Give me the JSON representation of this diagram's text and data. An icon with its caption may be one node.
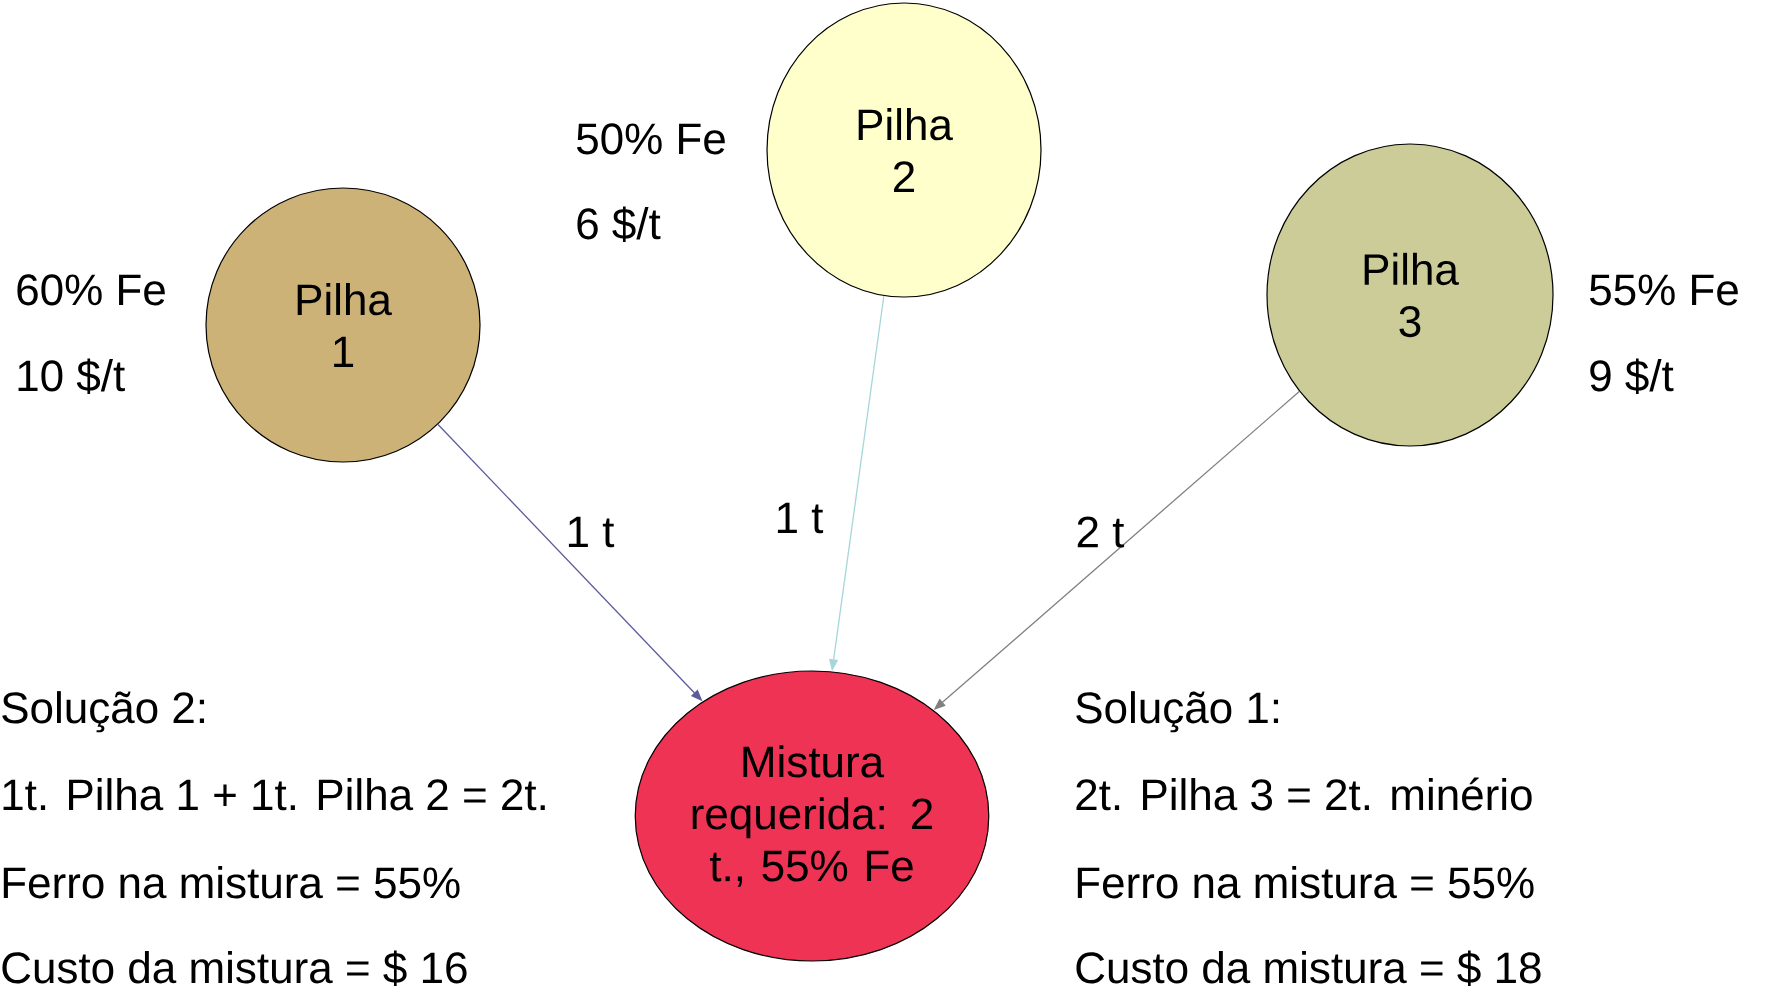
{
  "diagram": {
    "nodes": [
      {
        "text": [
          "Pilha 1"
        ],
        "beside": [
          "60% Fe",
          "10 $/t"
        ]
      },
      {
        "text": [
          "Pilha 2"
        ],
        "beside": [
          "50% Fe",
          "6 $/t"
        ]
      },
      {
        "text": [
          "Pilha 3"
        ],
        "beside": [
          "55% Fe",
          "9 $/t"
        ]
      },
      {
        "text": [
          "Mistura requerida: 2 t., 55% Fe"
        ]
      }
    ],
    "edges": [
      {
        "from": 0,
        "to": 3,
        "arrow": "to",
        "label": "1 t",
        "color": "#5c5c9c"
      },
      {
        "from": 1,
        "to": 3,
        "arrow": "to",
        "label": "1 t",
        "color": "#a6d6da"
      },
      {
        "from": 2,
        "to": 3,
        "arrow": "to",
        "label": "2 t"
      }
    ],
    "labels": [
      "Solução 2:",
      "1t. Pilha 1 + 1t. Pilha 2 = 2t.",
      "Ferro na mistura = 55%",
      "Custo da mistura = $ 16",
      "Solução 1:",
      "2t. Pilha 3 = 2t. minério",
      "Ferro na mistura = 55%",
      "Custo da mistura = $ 18"
    ]
  }
}
